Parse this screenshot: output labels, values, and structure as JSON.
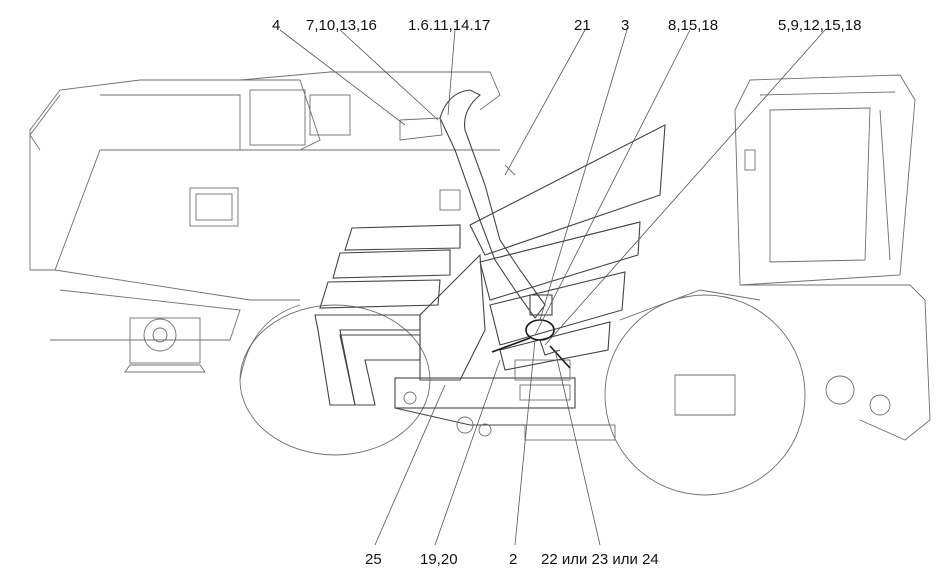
{
  "callouts": {
    "c_4": "4",
    "c_7_10_13_16": "7,10,13,16",
    "c_1_6_11_14_17": "1.6.11,14.17",
    "c_21": "21",
    "c_3": "3",
    "c_8_15_18": "8,15,18",
    "c_5_9_12_15_18": "5,9,12,15,18",
    "c_25": "25",
    "c_19_20": "19,20",
    "c_2": "2",
    "c_22_23_24": "22 или 23 или 24"
  }
}
